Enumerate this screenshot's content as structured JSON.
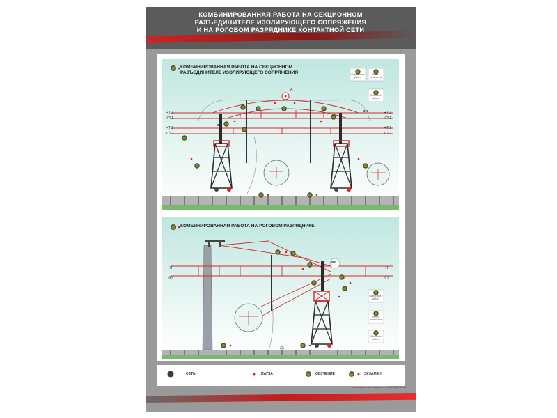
{
  "poster": {
    "title_lines": [
      "КОМБИНИРОВАННАЯ РАБОТА НА СЕКЦИОННОМ",
      "РАЗЪЕДИНИТЕЛЕ ИЗОЛИРУЮЩЕГО СОПРЯЖЕНИЯ",
      "И НА РОГОВОМ РАЗРЯДНИКЕ КОНТАКТНОЙ СЕТИ"
    ]
  },
  "panel1": {
    "title_lines": [
      "КОМБИНИРОВАННАЯ РАБОТА НА СЕКЦИОННОМ",
      "РАЗЪЕДИНИТЕЛЕ ИЗОЛИРУЮЩЕГО СОПРЯЖЕНИЯ"
    ],
    "status_buttons": [
      "Подготовка к работе",
      "Работа начинается",
      "Окончание работы"
    ],
    "wire_labels_left": [
      "НТ 1",
      "КП 1",
      "НТ 2",
      "КП 2"
    ],
    "wire_labels_right": [
      "НТ 1",
      "КП 1",
      "НТ 2",
      "КП 2"
    ],
    "point_label": "А",
    "switch_labels": [
      "ВИ",
      "ВИ"
    ]
  },
  "panel2": {
    "title": "КОМБИНИРОВАННАЯ РАБОТА НА РОГОВОМ РАЗРЯДНИКЕ",
    "status_buttons": [
      "Подготовка к работе",
      "Работа начинается",
      "Окончание работы"
    ],
    "wire_labels_left": [
      "НТ",
      "КП"
    ],
    "wire_labels_right": [
      "НТ",
      "КП"
    ],
    "switch_label": "ВИ"
  },
  "legend": {
    "items": [
      "СЕТЬ",
      "ПАУЗА",
      "ОБУЧЕНИЕ",
      "ЭКЗАМЕН"
    ]
  },
  "footer": {
    "credit": "Интерлюр | www.sentelps.ru | тел.(495) 967-47-00"
  },
  "colors": {
    "wire": "#d9262b",
    "marker_ring": "#4d4a2a",
    "marker_fill": "#8a8a2a",
    "tower": "#2b2b2b",
    "tower_top": "#d9262b"
  }
}
